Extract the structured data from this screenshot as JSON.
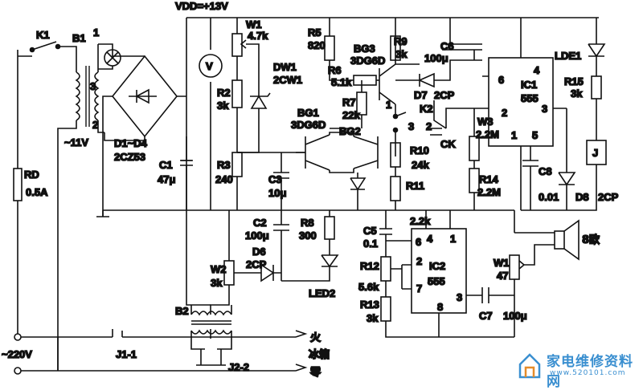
{
  "labels": {
    "vdd": "VDD=+13V",
    "k1": "K1",
    "b1": "B1",
    "b1_pin1": "1",
    "b1_pin2": "2",
    "b1_pin3": "3",
    "b1_volt": "~11V",
    "rd_name": "RD",
    "rd_val": "0.5A",
    "d1d4_name": "D1~D4",
    "d1d4_val": "2CZ53",
    "c1_name": "C1",
    "c1_val": "47μ",
    "v": "V",
    "w1_name": "W1",
    "w1_val": "4.7k",
    "r2_name": "R2",
    "r2_val": "3k",
    "r3_name": "R3",
    "r3_val": "240",
    "dw1_name": "DW1",
    "dw1_val": "2CW1",
    "r5_name": "R5",
    "r5_val": "820",
    "r6_label": "R6",
    "r6_val": "5.1k",
    "r7_name": "R7",
    "r7_val": "22k",
    "bg1_name": "BG1",
    "bg1_val": "3DG6D",
    "bg2": "BG2",
    "bg3_name": "BG3",
    "bg3_val": "3DG6D",
    "c3_name": "C3",
    "c3_val": "10μ",
    "r9_name": "R9",
    "r9_val": "3k",
    "c6_name": "C6",
    "c6_val": "100μ",
    "d7_name": "D7",
    "d7_val": "2CP",
    "k2": "K2",
    "sw1": "1",
    "sw2": "2",
    "sw3": "3",
    "r10_name": "R10",
    "r10_val": "24k",
    "r11": "R11",
    "ck": "CK",
    "w3_name": "W3",
    "w3_val": "2.2M",
    "r14_name": "R14",
    "r14_val": "2.2M",
    "ic1_pin6": "6",
    "ic1_pin4": "4",
    "ic1_name": "IC1",
    "ic1_val": "555",
    "ic1_pin2": "2",
    "ic1_pin3": "3",
    "ic1_pin1": "1",
    "ic1_pin5": "5",
    "lde1": "LDE1",
    "r15_name": "R15",
    "r15_val": "3k",
    "relay_j": "J",
    "c8_name": "C8",
    "c8_val": "0.01",
    "d8_name": "D8",
    "d8_val": "2CP",
    "c2_name": "C2",
    "c2_val": "100μ",
    "r8_name": "R8",
    "r8_val": "300",
    "d6_name": "D6",
    "d6_val": "2CP",
    "w2_name": "W2",
    "w2_val": "3k",
    "led2": "LED2",
    "r11_val": "2.2k",
    "c5_name": "C5",
    "c5_val": "0.1",
    "r12_name": "R12",
    "r12_val": "5.6k",
    "r13_name": "R13",
    "r13_val": "3k",
    "ic2_pin6": "6",
    "ic2_pin4": "4",
    "ic2_pin1": "1",
    "ic2_pin2": "2",
    "ic2_pin7": "7",
    "ic2_pin3": "3",
    "ic2_pin8": "8",
    "ic2_name": "IC2",
    "ic2_val": "555",
    "c7_name": "C7",
    "c7_val": "100μ",
    "w1b_name": "W1",
    "w1b_val": "47",
    "speaker": "8欧",
    "b2": "B2",
    "mains": "~220V",
    "j11": "J1-1",
    "j22": "J2-2",
    "live": "火",
    "fridge": "冰箱",
    "neutral": "零"
  },
  "watermark": {
    "title": "家电维修资料网",
    "url": "www.520101.com"
  }
}
